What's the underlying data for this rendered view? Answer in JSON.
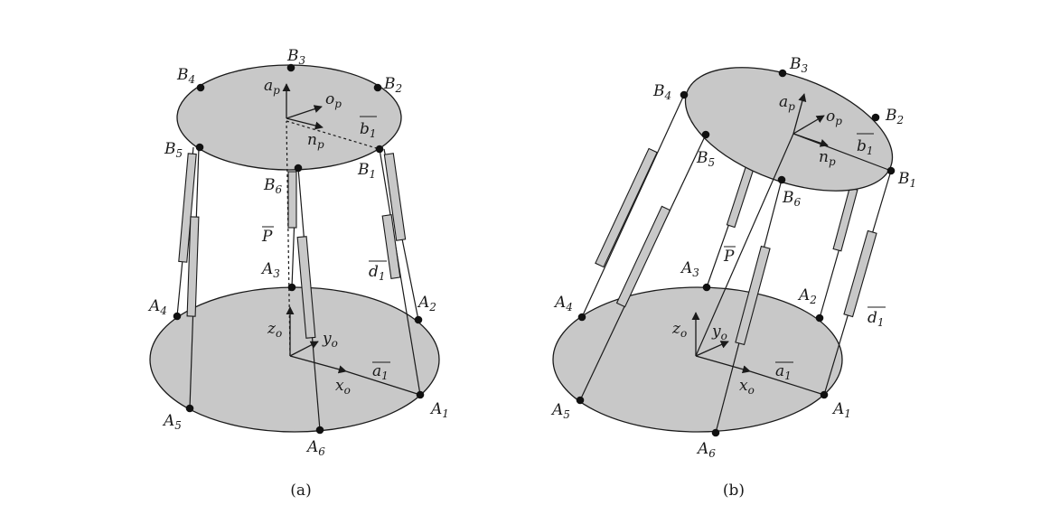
{
  "captions": {
    "a": "(a)",
    "b": "(b)"
  },
  "panel_a": {
    "top_joints": [
      "B1",
      "B2",
      "B3",
      "B4",
      "B5",
      "B6"
    ],
    "base_joints": [
      "A1",
      "A2",
      "A3",
      "A4",
      "A5",
      "A6"
    ],
    "platform_frame": {
      "approach": "a",
      "approach_sub": "p",
      "orientation": "o",
      "orientation_sub": "p",
      "normal": "n",
      "normal_sub": "p"
    },
    "base_frame": {
      "x": "x",
      "x_sub": "o",
      "y": "y",
      "y_sub": "o",
      "z": "z",
      "z_sub": "o"
    },
    "vectors": {
      "b": "b",
      "b_sub": "1",
      "a": "a",
      "a_sub": "1",
      "d": "d",
      "d_sub": "1",
      "P": "P"
    }
  },
  "panel_b": {
    "top_joints": [
      "B1",
      "B2",
      "B3",
      "B4",
      "B5",
      "B6"
    ],
    "base_joints": [
      "A1",
      "A2",
      "A3",
      "A4",
      "A5",
      "A6"
    ],
    "platform_frame": {
      "approach": "a",
      "approach_sub": "p",
      "orientation": "o",
      "orientation_sub": "p",
      "normal": "n",
      "normal_sub": "p"
    },
    "base_frame": {
      "x": "x",
      "x_sub": "o",
      "y": "y",
      "y_sub": "o",
      "z": "z",
      "z_sub": "o"
    },
    "vectors": {
      "b": "b",
      "b_sub": "1",
      "a": "a",
      "a_sub": "1",
      "d": "d",
      "d_sub": "1",
      "P": "P"
    }
  }
}
